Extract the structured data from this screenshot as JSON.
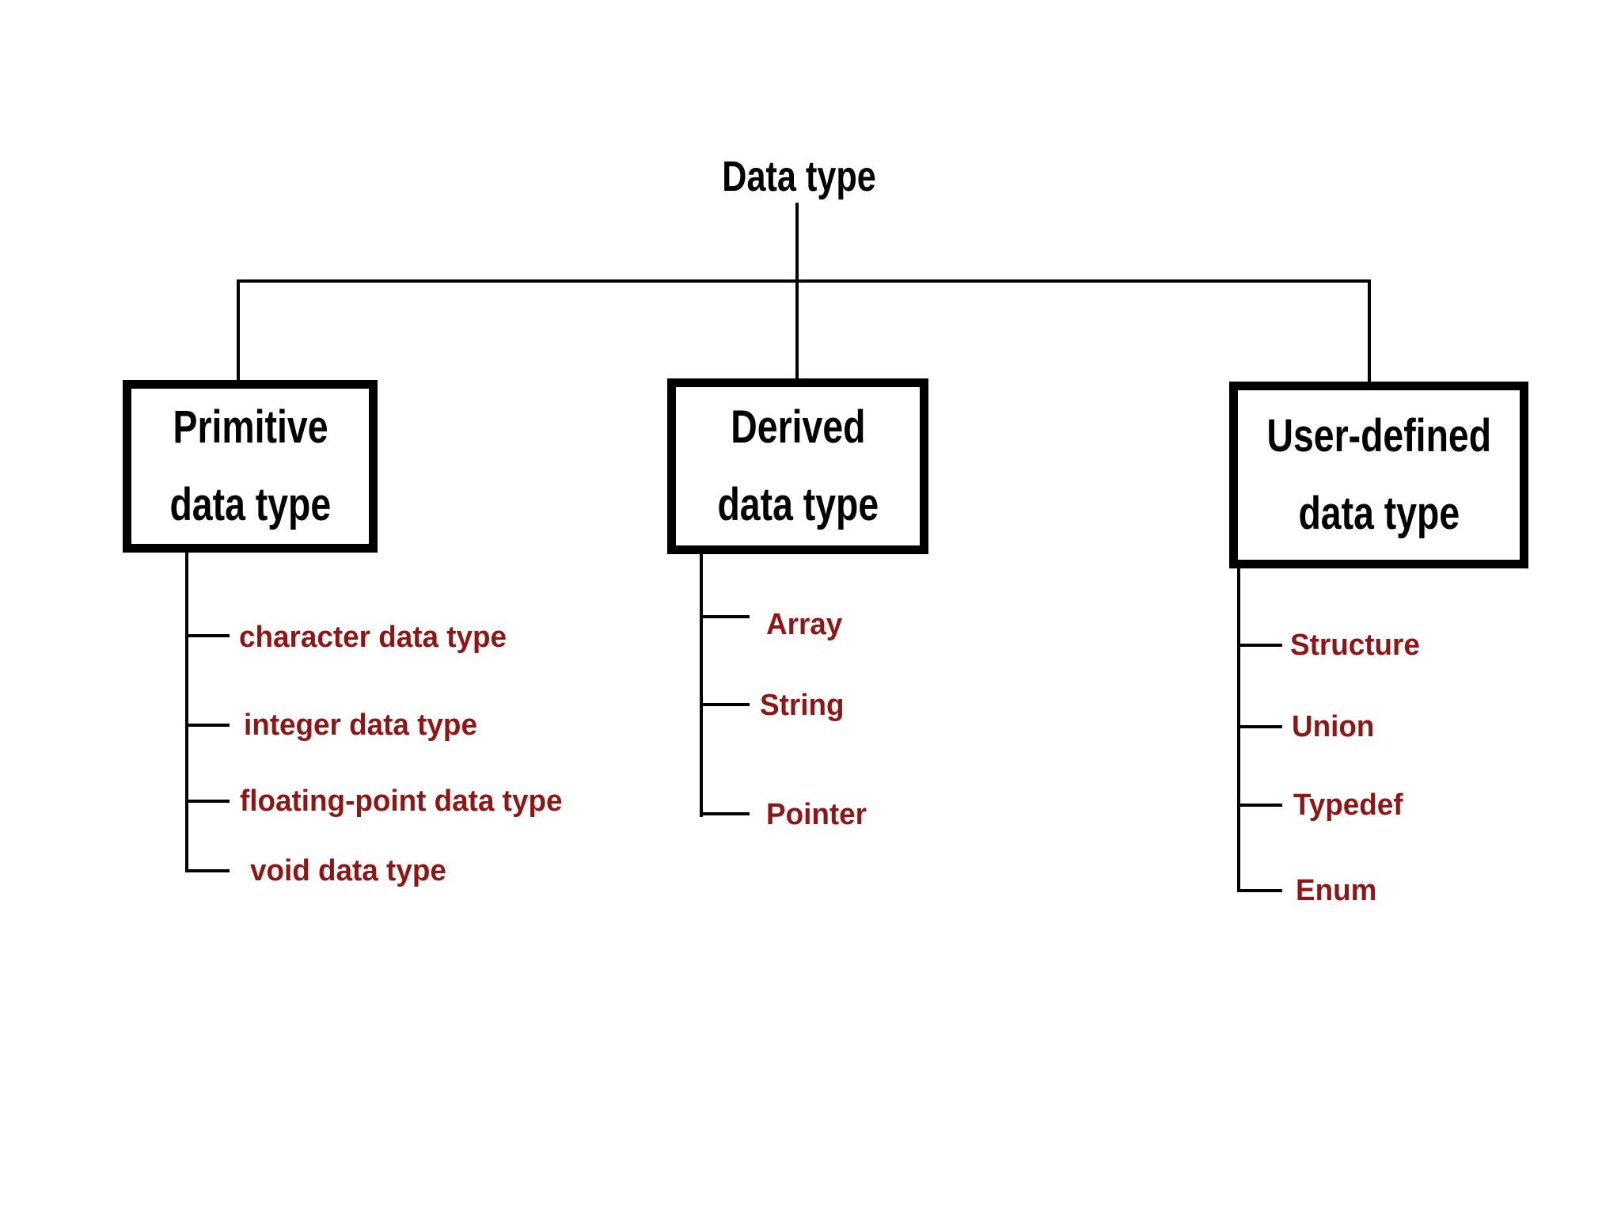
{
  "diagram": {
    "root_label": "Data type",
    "branches": [
      {
        "line1": "Primitive",
        "line2": "data type",
        "children": [
          "character data type",
          "integer data type",
          "floating-point data type",
          "void data type"
        ]
      },
      {
        "line1": "Derived",
        "line2": "data type",
        "children": [
          "Array",
          "String",
          "Pointer"
        ]
      },
      {
        "line1": "User-defined",
        "line2": "data type",
        "children": [
          "Structure",
          "Union",
          "Typedef",
          "Enum"
        ]
      }
    ],
    "colors": {
      "background": "#ffffff",
      "line": "#000000",
      "node_text": "#000000",
      "leaf_text": "#8d1616"
    }
  }
}
